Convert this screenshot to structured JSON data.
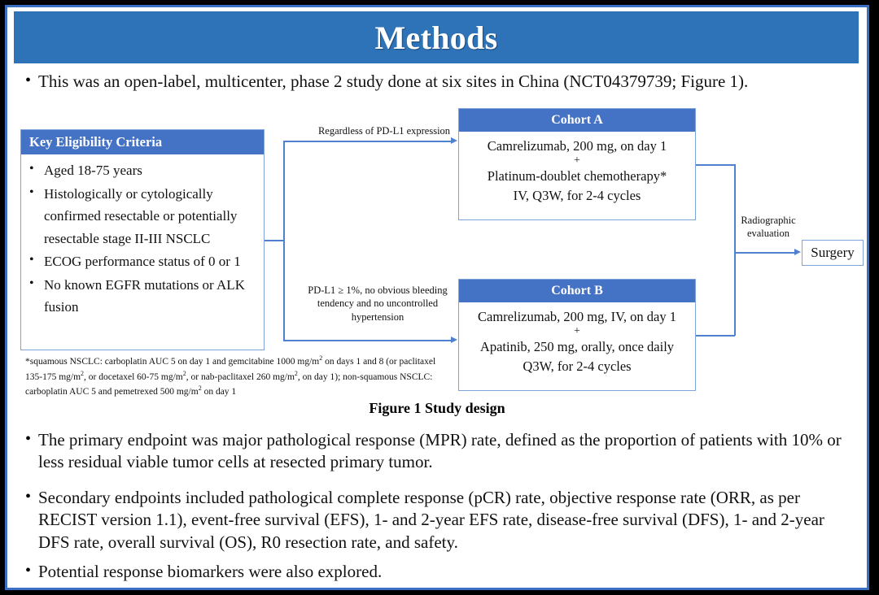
{
  "slide": {
    "title": "Methods",
    "header_color": "#2E72B8",
    "accent_color": "#4472C4",
    "frame_color": "#3B6FC4",
    "connector_color": "#4F81D0"
  },
  "intro_bullet": {
    "marker": "•",
    "text": "This was an open-label, multicenter, phase 2 study done at six sites in China (NCT04379739; Figure 1)."
  },
  "figure": {
    "caption": "Figure 1 Study design",
    "eligibility": {
      "header": "Key  Eligibility Criteria",
      "criteria": [
        "Aged 18-75 years",
        "Histologically or cytologically confirmed resectable or potentially resectable stage II-III  NSCLC",
        "ECOG performance status of 0 or 1",
        "No known EGFR mutations or ALK fusion"
      ]
    },
    "footnote": "*squamous NSCLC: carboplatin AUC 5 on day 1 and gemcitabine 1000 mg/m2 on days 1 and 8 (or paclitaxel 135-175 mg/m2, or docetaxel 60-75 mg/m2, or nab-paclitaxel 260 mg/m2, on day 1); non-squamous NSCLC: carboplatin AUC 5 and pemetrexed 500 mg/m2 on day 1",
    "annotations": {
      "top": "Regardless  of PD-L1 expression",
      "bottom": "PD-L1 ≥ 1%, no obvious bleeding tendency  and no uncontrolled  hypertension",
      "radiographic": "Radiographic evaluation"
    },
    "cohort_a": {
      "header": "Cohort A",
      "line1": "Camrelizumab, 200 mg, on day 1",
      "plus": "+",
      "line2": "Platinum-doublet chemotherapy*",
      "line3": "IV, Q3W, for 2-4 cycles"
    },
    "cohort_b": {
      "header": "Cohort B",
      "line1": "Camrelizumab, 200 mg, IV, on day 1",
      "plus": "+",
      "line2": "Apatinib, 250 mg, orally, once daily",
      "line3": "Q3W, for 2-4 cycles"
    },
    "surgery": {
      "label": "Surgery"
    }
  },
  "body_bullets": [
    {
      "marker": "•",
      "text": "The primary endpoint was major pathological response (MPR) rate, defined as the proportion of patients with 10% or less residual viable tumor cells at resected primary tumor."
    },
    {
      "marker": "•",
      "text": "Secondary endpoints included pathological complete response (pCR) rate, objective response rate (ORR, as per RECIST version 1.1), event-free survival (EFS), 1- and 2-year EFS rate, disease-free survival (DFS), 1- and 2-year DFS rate, overall survival (OS), R0 resection rate, and safety."
    },
    {
      "marker": "•",
      "text": "Potential response biomarkers were also explored."
    }
  ]
}
